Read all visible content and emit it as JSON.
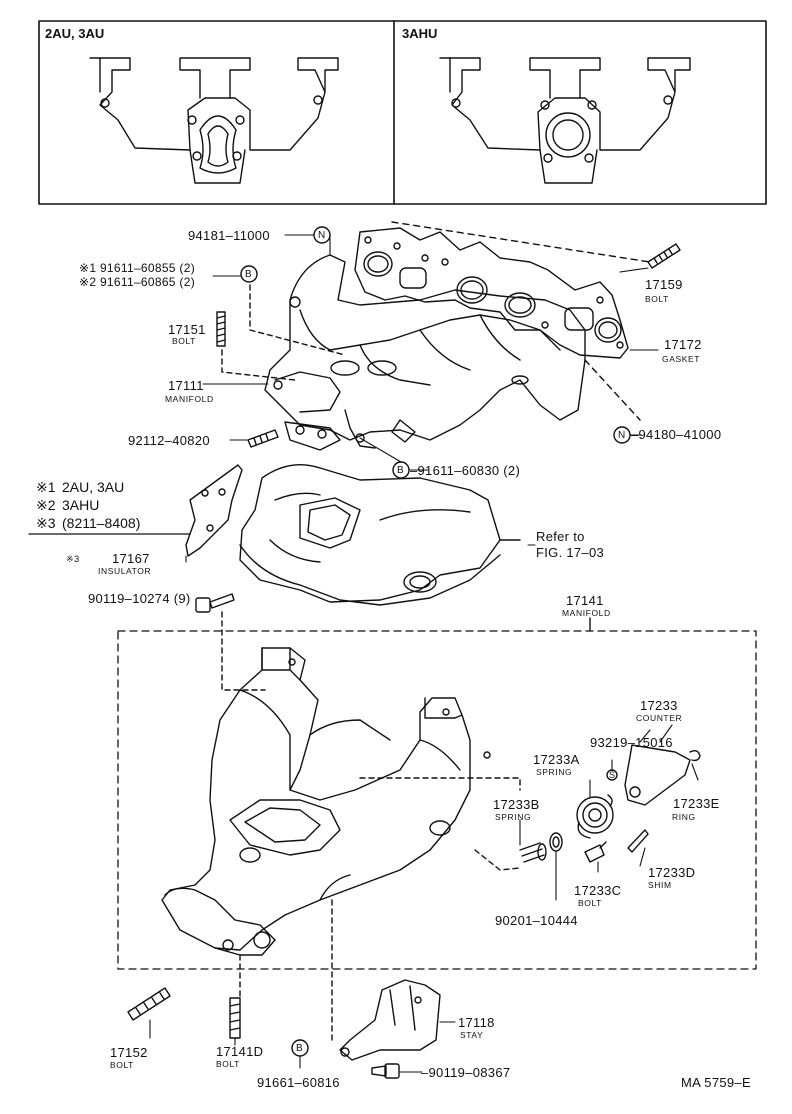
{
  "insets": {
    "left_title": "2AU, 3AU",
    "right_title": "3AHU"
  },
  "legend": [
    {
      "mark": "※1",
      "text": "2AU, 3AU"
    },
    {
      "mark": "※2",
      "text": "3AHU"
    },
    {
      "mark": "※3",
      "text": "(8211–8408)"
    }
  ],
  "callouts": {
    "p94181": "94181–11000",
    "n_mark": "N",
    "b_mark": "B",
    "p91611_1": "※1 91611–60855 (2)",
    "p91611_2": "※2 91611–60865 (2)",
    "p17151": "17151",
    "p17151_name": "BOLT",
    "p17111": "17111",
    "p17111_name": "MANIFOLD",
    "p92112": "92112–40820",
    "p17159": "17159",
    "p17159_name": "BOLT",
    "p17172": "17172",
    "p17172_name": "GASKET",
    "p94180": "–94180–41000",
    "p91611_60830": "–91611–60830 (2)",
    "p17167_mark": "※3",
    "p17167": "17167",
    "p17167_name": "INSULATOR",
    "refer_1": "Refer to",
    "refer_2": "FIG. 17–03",
    "p90119_10274": "90119–10274 (9)",
    "p17141": "17141",
    "p17141_name": "MANIFOLD",
    "p17233": "17233",
    "p17233_name": "COUNTER",
    "p93219": "93219–15016",
    "s_mark": "S",
    "p17233A": "17233A",
    "p17233A_name": "SPRING",
    "p17233B": "17233B",
    "p17233B_name": "SPRING",
    "p17233E": "17233E",
    "p17233E_name": "RING",
    "p17233D": "17233D",
    "p17233D_name": "SHIM",
    "p17233C": "17233C",
    "p17233C_name": "BOLT",
    "p90201": "90201–10444",
    "p17152": "17152",
    "p17152_name": "BOLT",
    "p17141D": "17141D",
    "p17141D_name": "BOLT",
    "p17118": "17118",
    "p17118_name": "STAY",
    "p91661": "91661–60816",
    "p90119_08367": "–90119–08367",
    "code": "MA 5759–E"
  }
}
